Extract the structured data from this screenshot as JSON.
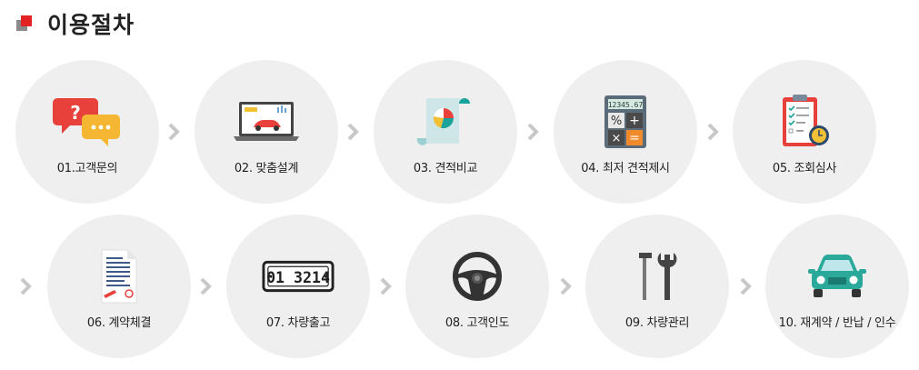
{
  "header": {
    "title": "이용절차"
  },
  "steps": [
    {
      "label": "01.고객문의",
      "icon": "chat-question-icon"
    },
    {
      "label": "02. 맞춤설계",
      "icon": "laptop-car-icon"
    },
    {
      "label": "03. 견적비교",
      "icon": "document-chart-icon"
    },
    {
      "label": "04. 최저 견적제시",
      "icon": "calculator-icon"
    },
    {
      "label": "05. 조회심사",
      "icon": "clipboard-check-icon"
    },
    {
      "label": "06. 계약체결",
      "icon": "contract-document-icon"
    },
    {
      "label": "07. 차량출고",
      "icon": "license-plate-icon"
    },
    {
      "label": "08. 고객인도",
      "icon": "steering-wheel-icon"
    },
    {
      "label": "09. 차량관리",
      "icon": "wrench-tools-icon"
    },
    {
      "label": "10. 재계약 / 반납 / 인수",
      "icon": "car-front-icon"
    }
  ],
  "calculator": {
    "display": "12345.67"
  },
  "plate": {
    "text": "01 3214"
  },
  "colors": {
    "accent": "#e32323",
    "circle": "#efefef",
    "chevron": "#c8c8c8"
  }
}
